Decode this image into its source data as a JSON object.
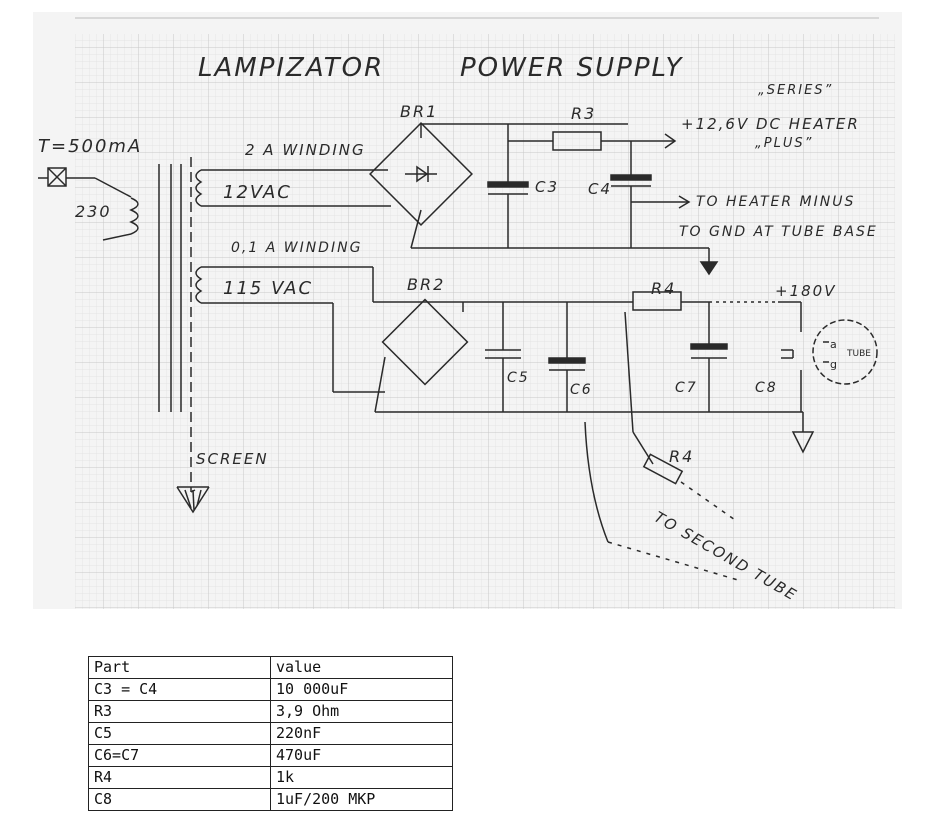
{
  "labels": {
    "title_left": "LAMPIZATOR",
    "title_right": "POWER SUPPLY",
    "fuse": "T=500mA",
    "mains": "230",
    "winding_heater": "2 A WINDING",
    "vac_heater": "12VAC",
    "winding_hv": "0,1 A WINDING",
    "vac_hv": "115 VAC",
    "br1": "BR1",
    "br2": "BR2",
    "r3": "R3",
    "c3": "C3",
    "c4": "C4",
    "c5": "C5",
    "c6": "C6",
    "c7": "C7",
    "c8": "C8",
    "r4_top": "R4",
    "r4_bottom": "R4",
    "heater_plus": "+12,6V DC HEATER",
    "series_line": "„SERIES”",
    "plus_line": "„PLUS”",
    "heater_minus": "TO HEATER MINUS",
    "gnd_tube_base": "TO GND AT TUBE BASE",
    "plus_180v": "+180V",
    "screen": "SCREEN",
    "tube": "TUBE",
    "tube_a": "a",
    "tube_g": "g",
    "second_tube": "TO SECOND TUBE"
  },
  "table": {
    "header": {
      "part": "Part",
      "value": "value"
    },
    "rows": [
      {
        "part": "C3 = C4",
        "value": "10 000uF"
      },
      {
        "part": "R3",
        "value": "3,9 Ohm"
      },
      {
        "part": "C5",
        "value": "220nF"
      },
      {
        "part": "C6=C7",
        "value": "470uF"
      },
      {
        "part": "R4",
        "value": "1k"
      },
      {
        "part": "C8",
        "value": "1uF/200 MKP"
      }
    ]
  },
  "colors": {
    "paper": "#f4f4f4",
    "grid_fine": "#dedede",
    "grid_major": "#c6c6c6",
    "ink": "#2a2a2a"
  }
}
